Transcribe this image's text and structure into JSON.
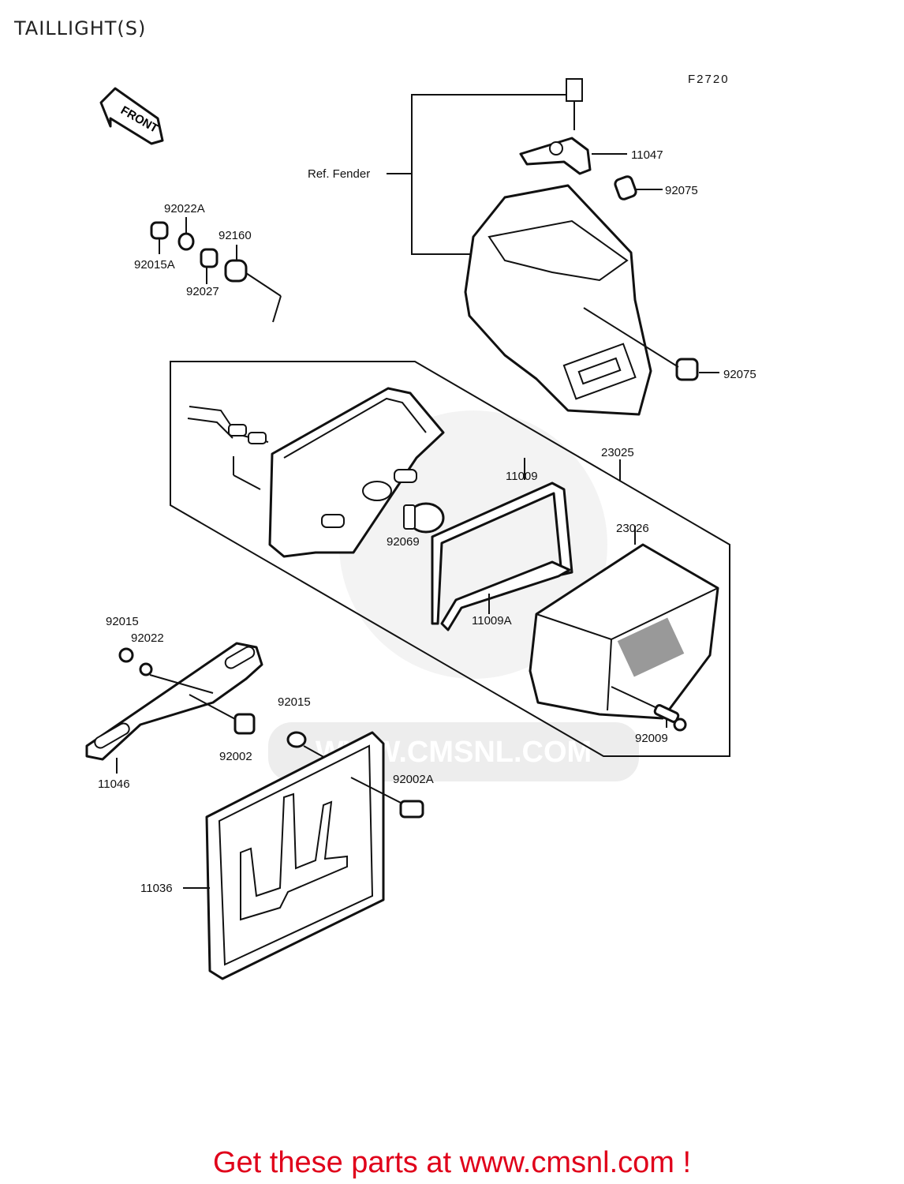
{
  "title": "TAILLIGHT(S)",
  "figure_code": "F2720",
  "front_label": "FRONT",
  "watermark": "WWW.CMSNL.COM",
  "footer": "Get these parts at www.cmsnl.com !",
  "callouts": {
    "ref_fender": "Ref. Fender",
    "p11047": "11047",
    "p92075a": "92075",
    "p92075b": "92075",
    "p92022A": "92022A",
    "p92015A": "92015A",
    "p92160": "92160",
    "p92027": "92027",
    "p23025": "23025",
    "p11009": "11009",
    "p92069": "92069",
    "p23026": "23026",
    "p11009A": "11009A",
    "p92015a": "92015",
    "p92022": "92022",
    "p92015b": "92015",
    "p92002A": "92002A",
    "p92002": "92002",
    "p92009": "92009",
    "p11046": "11046",
    "p11036": "11036"
  }
}
